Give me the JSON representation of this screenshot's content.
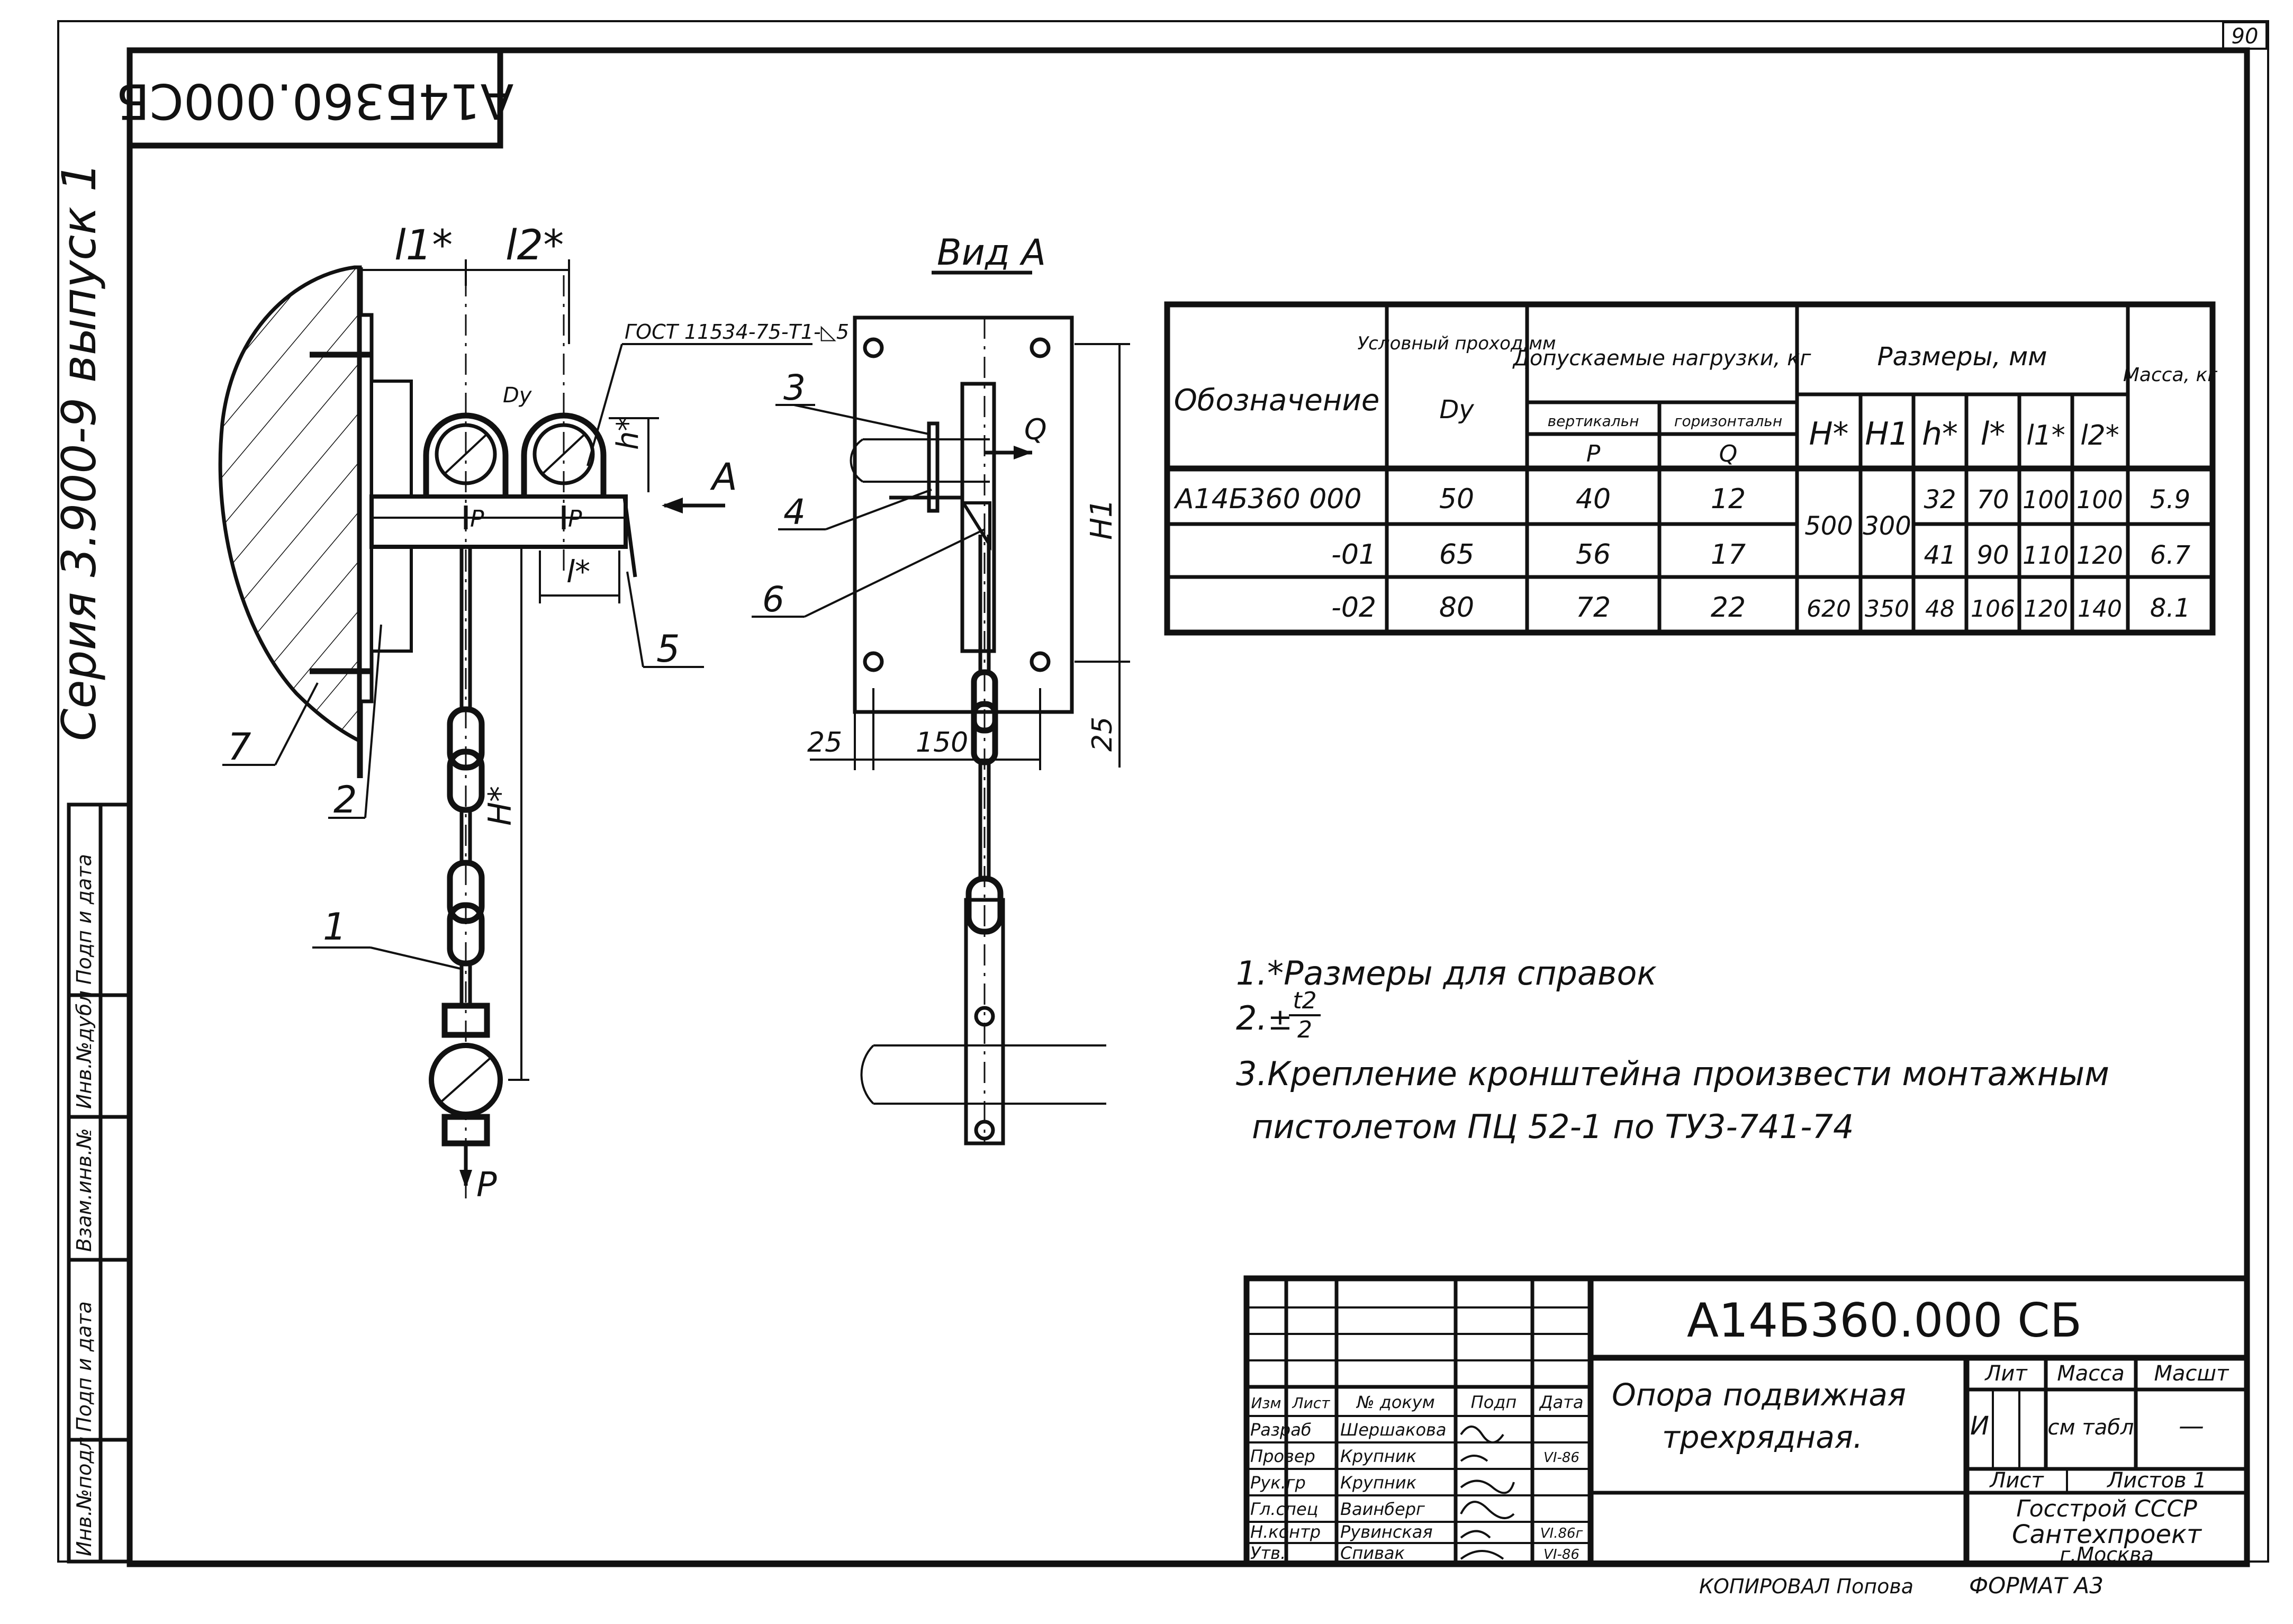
{
  "sheet": {
    "page_number": "90",
    "code_stamp": "А14Б360.000СБ",
    "series_label": "Серия 3.900-9 выпуск 1",
    "footer_copied": "КОПИРОВАЛ Попова",
    "footer_format": "ФОРМАТ А3"
  },
  "side_stamp": [
    "Инв.№подл",
    "Подп и дата",
    "Взам.инв.№",
    "Инв.№дубл",
    "Подп и дата"
  ],
  "drawing_main": {
    "dim_l1": "l1*",
    "dim_l2": "l2*",
    "dim_h": "h*",
    "dim_l": "l*",
    "dim_H": "H*",
    "weld_note": "ГОСТ 11534-75-Т1-◺5",
    "arrow_a": "А",
    "label_dy": "Dy",
    "load_p": "P",
    "callouts": [
      "1",
      "2",
      "5",
      "7"
    ]
  },
  "drawing_view": {
    "title": "Вид А",
    "dim_h1": "H1",
    "dim_25_left": "25",
    "dim_150": "150",
    "dim_25_right": "25",
    "load_q": "Q",
    "callouts": [
      "3",
      "4",
      "6"
    ]
  },
  "spec_table": {
    "headers": {
      "designation": "Обозначение",
      "nominal": "Условный проход,мм",
      "nominal_sym": "Dy",
      "loads": "Допускаемые нагрузки, кг",
      "vertical": "вертикальн",
      "horizontal": "горизонтальн",
      "p": "P",
      "q": "Q",
      "sizes": "Размеры, мм",
      "H": "H*",
      "H1": "H1",
      "h": "h*",
      "l": "l*",
      "l1": "l1*",
      "l2": "l2*",
      "mass": "Масса, кг"
    },
    "rows": [
      {
        "designation": "А14Б360 000",
        "dy": "50",
        "p": "40",
        "q": "12",
        "h": "32",
        "l": "70",
        "l1": "100",
        "l2": "100",
        "mass": "5.9"
      },
      {
        "designation": "-01",
        "dy": "65",
        "p": "56",
        "q": "17",
        "h": "41",
        "l": "90",
        "l1": "110",
        "l2": "120",
        "mass": "6.7"
      },
      {
        "designation": "-02",
        "dy": "80",
        "p": "72",
        "q": "22",
        "H": "620",
        "H1": "350",
        "h": "48",
        "l": "106",
        "l1": "120",
        "l2": "140",
        "mass": "8.1"
      }
    ],
    "merged_H": "500",
    "merged_H1": "300"
  },
  "notes": {
    "line1": "1.*Размеры для справок",
    "line2_prefix": "2.",
    "line2_pm": "±",
    "line2_num": "t2",
    "line2_den": "2",
    "line3": "3.Крепление кронштейна произвести монтажным",
    "line4": "пистолетом ПЦ 52-1 по ТУ3-741-74"
  },
  "title_block": {
    "code": "А14Б360.000 СБ",
    "name_line1": "Опора подвижная",
    "name_line2": "трехрядная.",
    "col_headers": [
      "Изм",
      "Лист",
      "№ докум",
      "Подп",
      "Дата"
    ],
    "roles": [
      {
        "role": "Разраб",
        "name": "Шершакова",
        "date": ""
      },
      {
        "role": "Провер",
        "name": "Крупник",
        "date": "VI-86"
      },
      {
        "role": "Рук.гр",
        "name": "Крупник",
        "date": ""
      },
      {
        "role": "Гл.спец",
        "name": "Ваинберг",
        "date": ""
      },
      {
        "role": "Н.контр",
        "name": "Рувинская",
        "date": "VI.86г"
      },
      {
        "role": "Утв.",
        "name": "Спивак",
        "date": "VI-86"
      }
    ],
    "lit_label": "Лит",
    "mass_label": "Масса",
    "scale_label": "Масшт",
    "lit_value": "И",
    "mass_value": "см табл",
    "scale_value": "—",
    "sheet_label": "Лист",
    "sheets_label": "Листов 1",
    "org_line1": "Госстрой СССР",
    "org_line2": "Сантехпроект",
    "org_line3": "г.Москва"
  }
}
